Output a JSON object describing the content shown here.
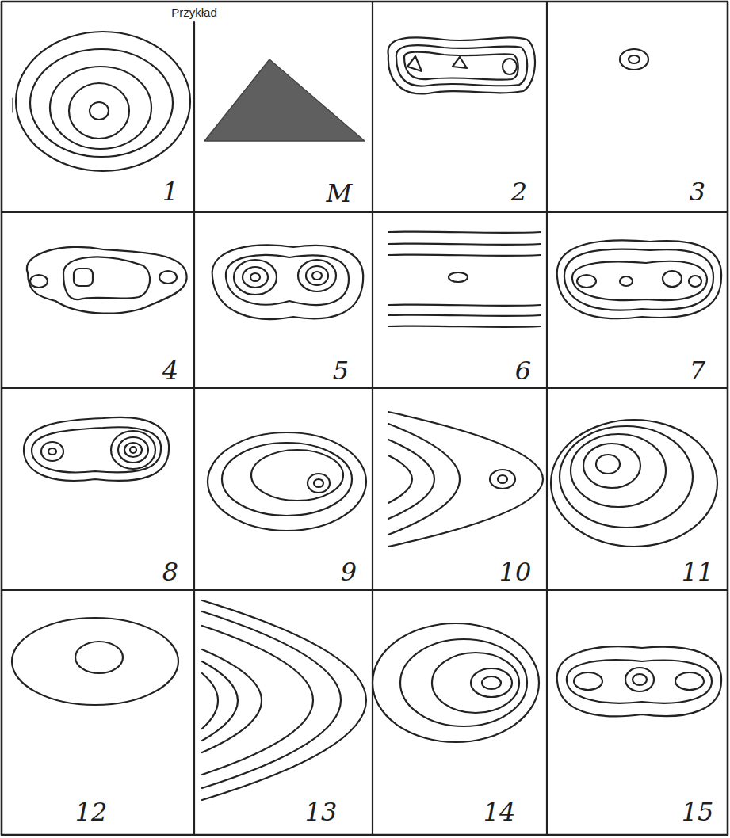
{
  "diagram": {
    "labels": [
      "Przykład",
      "1",
      "M",
      "2",
      "3",
      "4",
      "5",
      "6",
      "7",
      "8",
      "9",
      "10",
      "11",
      "12",
      "13",
      "14",
      "15"
    ]
  }
}
